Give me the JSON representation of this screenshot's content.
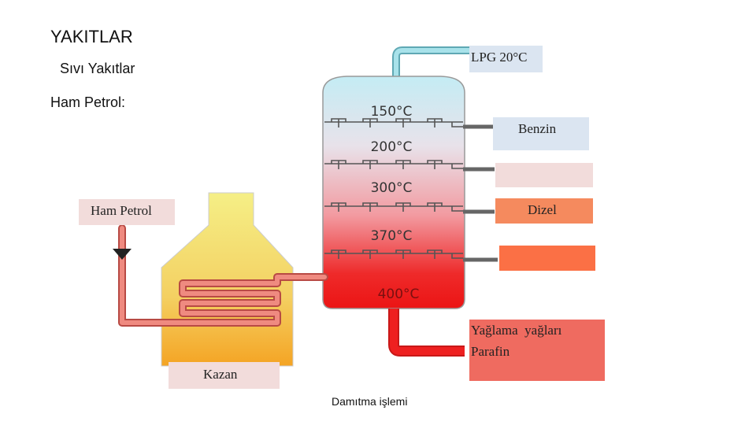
{
  "header": {
    "title": "YAKITLAR",
    "subtitle": "Sıvı Yakıtlar",
    "section": "Ham Petrol:"
  },
  "diagram": {
    "temperatures": [
      "150°C",
      "200°C",
      "300°C",
      "370°C",
      "400°C"
    ],
    "labels": {
      "lpg": "LPG 20°C",
      "benzin": "Benzin",
      "dizel": "Dizel",
      "ham_petrol": "Ham Petrol",
      "kazan": "Kazan",
      "yaglama": "Yağlama  yağları",
      "parafin": "Parafin"
    },
    "colors": {
      "tower_top": "#bfe6f2",
      "tower_bottom": "#ee1c1c",
      "furnace_top": "#f4ec7e",
      "furnace_bottom": "#f4a824",
      "pipe": "#7fd0dc",
      "coil": "#e86a62",
      "lpg_box": "#dbe5f1",
      "benzin_box": "#dbe5f1",
      "blank_box": "#f2dcdb",
      "dizel_box": "#f58a5e",
      "orange_box": "#fb7045",
      "yaglama_box": "#ef6b60"
    }
  },
  "caption": "Damıtma işlemi"
}
